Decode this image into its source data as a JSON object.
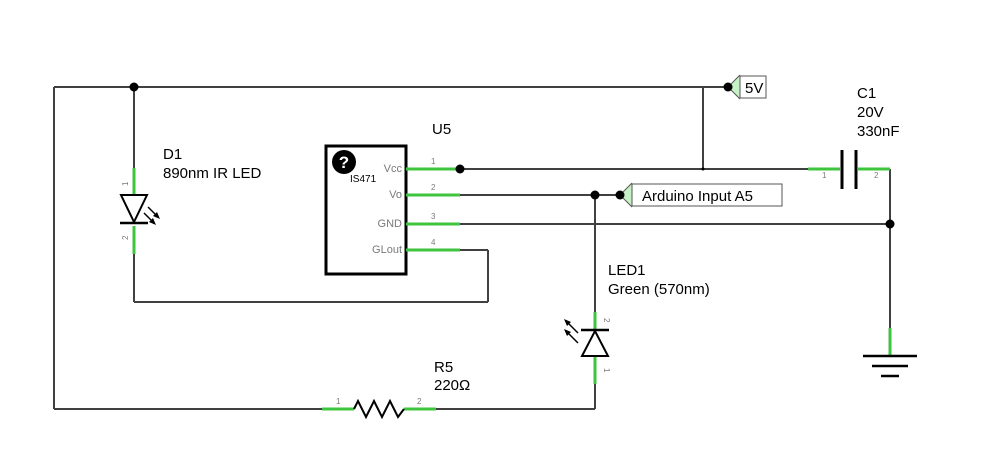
{
  "u5": {
    "ref": "U5",
    "part": "IS471",
    "unknown_glyph": "?",
    "pins": [
      {
        "num": "1",
        "name": "Vcc"
      },
      {
        "num": "2",
        "name": "Vo"
      },
      {
        "num": "3",
        "name": "GND"
      },
      {
        "num": "4",
        "name": "GLout"
      }
    ]
  },
  "d1": {
    "ref": "D1",
    "value": "890nm IR LED",
    "pin1": "1",
    "pin2": "2"
  },
  "led1": {
    "ref": "LED1",
    "value": "Green (570nm)",
    "pin1": "1",
    "pin2": "2"
  },
  "r5": {
    "ref": "R5",
    "value": "220Ω",
    "pin1": "1",
    "pin2": "2"
  },
  "c1": {
    "ref": "C1",
    "voltage": "20V",
    "value": "330nF",
    "pin1": "1",
    "pin2": "2"
  },
  "net_5v": {
    "label": "5V"
  },
  "net_a5": {
    "label": "Arduino Input A5"
  },
  "colors": {
    "wire": "#404040",
    "pin": "#3ec43e",
    "netlabel_bg": "#c6f0c6"
  }
}
